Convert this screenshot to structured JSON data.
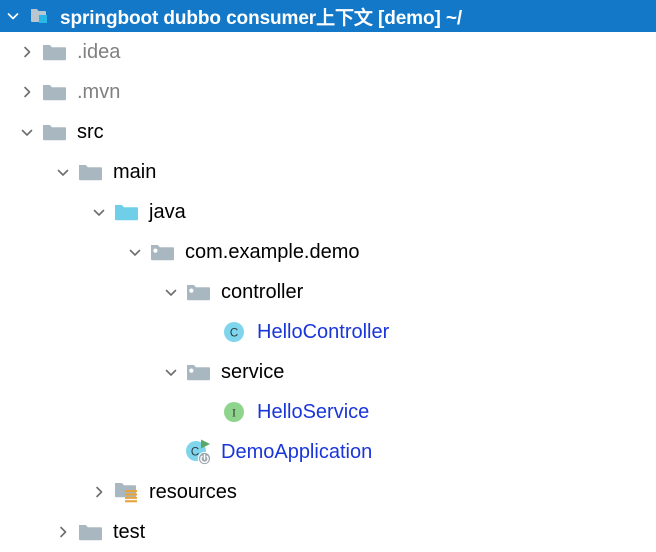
{
  "title_bar": {
    "chevron_icon": "chevron-down-icon",
    "project_icon": "module-folder-icon",
    "text": "springboot dubbo consumer上下文 [demo] ~/",
    "background_color": "#1478c8",
    "text_color": "#ffffff"
  },
  "colors": {
    "folder_gray": "#a9b7c0",
    "source_root_cyan": "#6fcfe8",
    "class_icon_cyan": "#7fd6ec",
    "interface_icon_green": "#8fd48c",
    "resource_badge_orange": "#e8a33d",
    "vcs_added_blue": "#1a36d8",
    "muted_text": "#808080",
    "default_text": "#000000",
    "run_arrow_green": "#59a869"
  },
  "tree": {
    "nodes": [
      {
        "name": ".idea",
        "depth": 1,
        "twisty": "chevron-right-icon",
        "icon": "folder-icon",
        "text_style": "muted"
      },
      {
        "name": ".mvn",
        "depth": 1,
        "twisty": "chevron-right-icon",
        "icon": "folder-icon",
        "text_style": "muted"
      },
      {
        "name": "src",
        "depth": 1,
        "twisty": "chevron-down-icon",
        "icon": "folder-icon",
        "text_style": "default"
      },
      {
        "name": "main",
        "depth": 2,
        "twisty": "chevron-down-icon",
        "icon": "folder-icon",
        "text_style": "default"
      },
      {
        "name": "java",
        "depth": 3,
        "twisty": "chevron-down-icon",
        "icon": "source-root-folder-icon",
        "text_style": "default"
      },
      {
        "name": "com.example.demo",
        "depth": 4,
        "twisty": "chevron-down-icon",
        "icon": "package-icon",
        "text_style": "default"
      },
      {
        "name": "controller",
        "depth": 5,
        "twisty": "chevron-down-icon",
        "icon": "package-icon",
        "text_style": "default"
      },
      {
        "name": "HelloController",
        "depth": 6,
        "twisty": "none",
        "icon": "java-class-icon",
        "text_style": "vcs-added"
      },
      {
        "name": "service",
        "depth": 5,
        "twisty": "chevron-down-icon",
        "icon": "package-icon",
        "text_style": "default"
      },
      {
        "name": "HelloService",
        "depth": 6,
        "twisty": "none",
        "icon": "java-interface-icon",
        "text_style": "vcs-added"
      },
      {
        "name": "DemoApplication",
        "depth": 5,
        "twisty": "none",
        "icon": "spring-boot-run-class-icon",
        "text_style": "vcs-added"
      },
      {
        "name": "resources",
        "depth": 3,
        "twisty": "chevron-right-icon",
        "icon": "resource-root-folder-icon",
        "text_style": "default"
      },
      {
        "name": "test",
        "depth": 2,
        "twisty": "chevron-right-icon",
        "icon": "folder-icon",
        "text_style": "default"
      }
    ]
  }
}
